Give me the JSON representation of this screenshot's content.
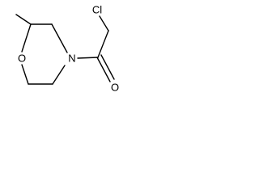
{
  "structure": {
    "atoms": {
      "chlorine": "Cl",
      "ring_oxygen": "O",
      "ring_nitrogen": "N",
      "carbonyl_oxygen": "O"
    }
  }
}
